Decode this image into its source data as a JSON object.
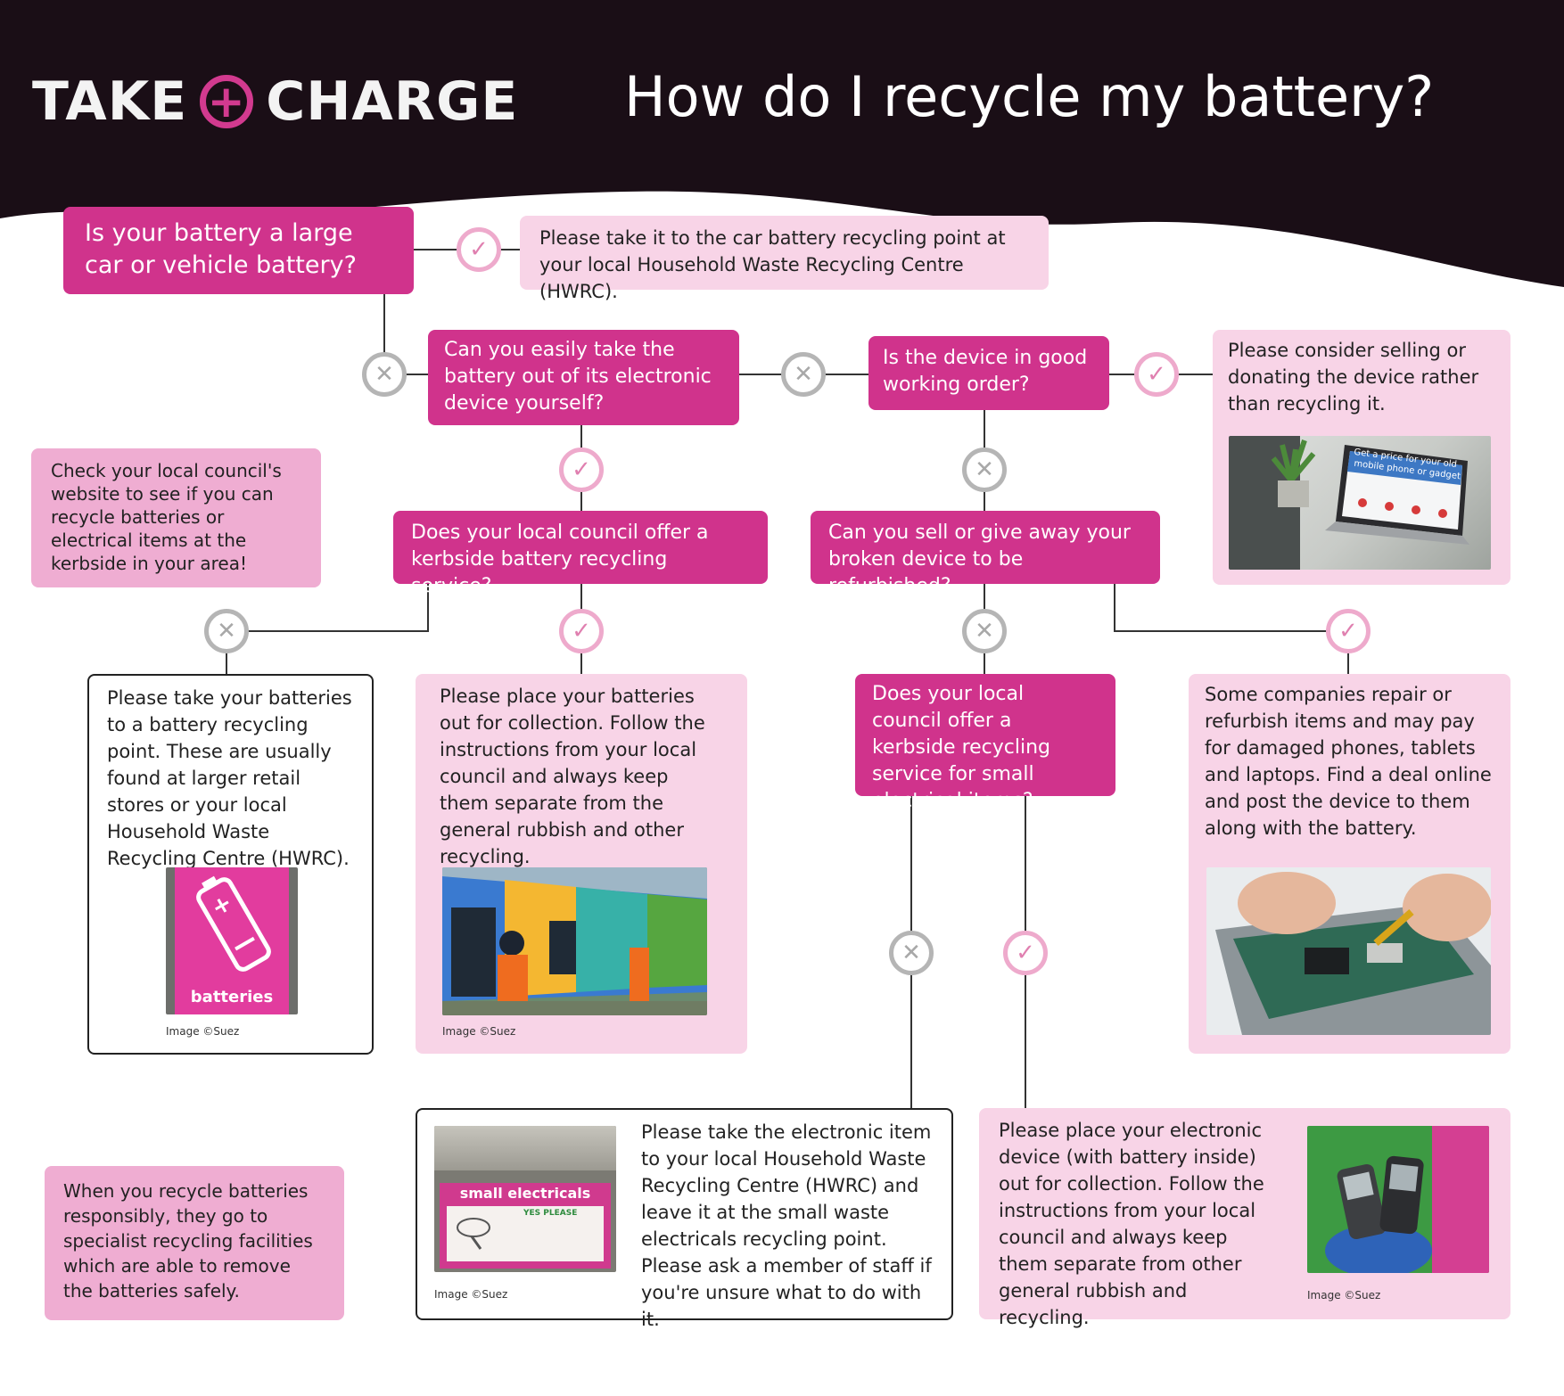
{
  "header": {
    "logo_left": "TAKE",
    "logo_symbol": "+",
    "logo_right": "CHARGE",
    "title": "How do I recycle my battery?"
  },
  "colors": {
    "header_bg": "#1a0e16",
    "question": "#d0338c",
    "answer": "#f8d4e7",
    "tip": "#efadd2",
    "yes_ring": "#eeaacc",
    "no_ring": "#b5b5b5"
  },
  "icons": {
    "yes": "check-circle-icon",
    "no": "x-circle-icon"
  },
  "yes_symbol": "✓",
  "no_symbol": "✕",
  "questions": {
    "q1": "Is your battery a large car or vehicle battery?",
    "q2": "Can you easily take the battery out of its electronic device yourself?",
    "q3": "Is the device in good working order?",
    "q4": "Does your local council offer a kerbside battery recycling service?",
    "q5": "Can you sell or give away your broken device to be refurbished?",
    "q6": "Does your local council offer a kerbside recycling service for small electrical items?"
  },
  "answers": {
    "car_battery": "Please take it to the car battery recycling point at your local Household Waste Recycling Centre (HWRC).",
    "sell_donate": "Please consider selling or donating the device rather than recycling it.",
    "battery_point": "Please take your batteries to a battery recycling point. These are usually found at larger retail stores or your local Household Waste Recycling Centre (HWRC).",
    "kerbside_batteries": "Please place your batteries out for collection. Follow the instructions from your local council and always keep them separate from the general rubbish and other recycling.",
    "refurbish": "Some companies repair or refurbish items and may pay for damaged phones, tablets and laptops. Find a deal online and post the device to them along with the battery.",
    "hwrc_electricals": "Please take the electronic item to your local Household Waste Recycling Centre (HWRC) and leave it at the small waste electricals recycling point. Please ask a member of staff if you're unsure what to do with it.",
    "kerbside_electricals": "Please place your electronic device (with battery inside) out for collection. Follow the instructions from your local council and always keep them separate from other general rubbish and recycling."
  },
  "tips": {
    "council_website": "Check your local council's website to see if you can recycle batteries or electrical items at the kerbside in your area!",
    "specialist": "When you recycle batteries responsibly, they go to specialist recycling facilities which are able to remove the batteries safely."
  },
  "photos": {
    "laptop_screen_line1": "Get a price for your old",
    "laptop_screen_line2": "mobile phone or gadget",
    "battery_bin_label": "batteries",
    "battery_bin_symbol": "+",
    "small_electricals_sign": "small electricals",
    "small_electricals_sub": "YES PLEASE",
    "credit": "Image ©Suez"
  }
}
